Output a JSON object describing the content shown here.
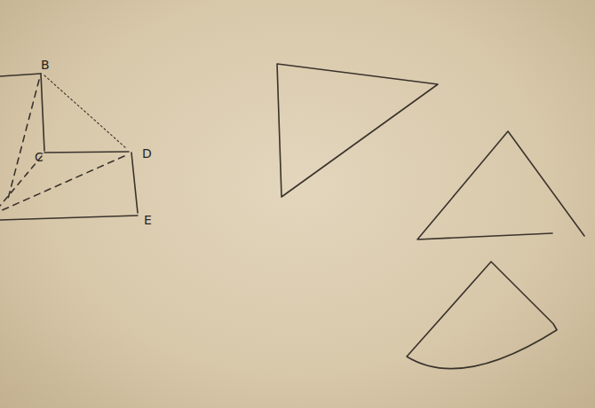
{
  "diagram": {
    "labels": [
      "B",
      "C",
      "D",
      "E"
    ]
  }
}
